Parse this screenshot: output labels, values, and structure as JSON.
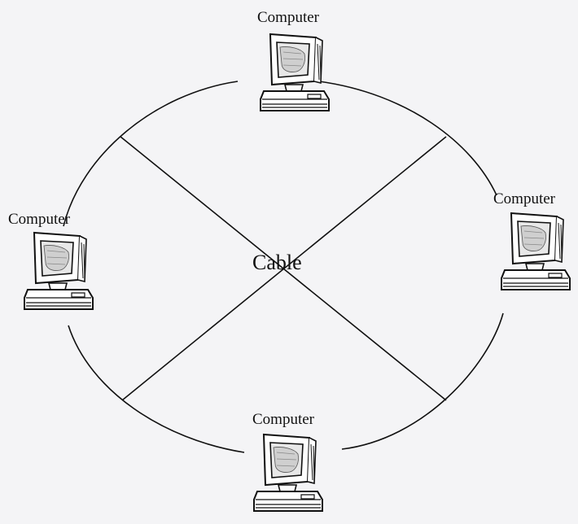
{
  "diagram": {
    "cable_label": "Cable",
    "computers": [
      {
        "id": "top",
        "label": "Computer"
      },
      {
        "id": "left",
        "label": "Computer"
      },
      {
        "id": "right",
        "label": "Computer"
      },
      {
        "id": "bottom",
        "label": "Computer"
      }
    ]
  }
}
